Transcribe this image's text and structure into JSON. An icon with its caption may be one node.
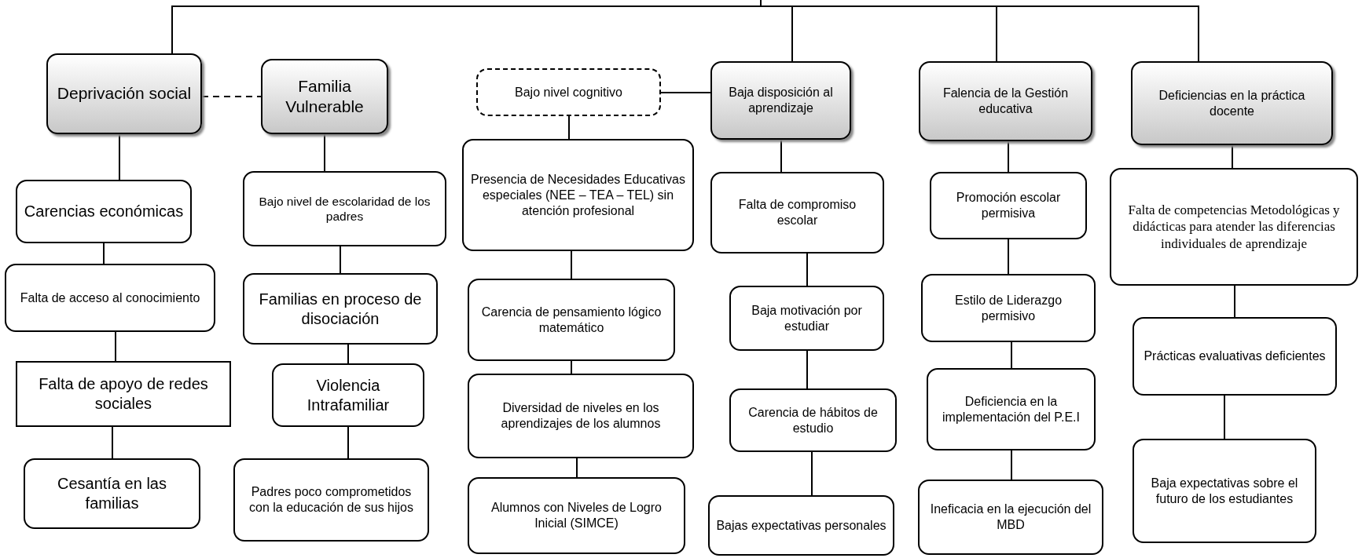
{
  "diagram": {
    "nodes": [
      {
        "text": [
          "Deprivación social"
        ]
      },
      {
        "text": [
          "Familia Vulnerable"
        ]
      },
      {
        "text": [
          "Bajo nivel cognitivo"
        ]
      },
      {
        "text": [
          "Baja disposición al aprendizaje"
        ]
      },
      {
        "text": [
          "Falencia de la Gestión educativa"
        ]
      },
      {
        "text": [
          "Deficiencias en la práctica docente"
        ]
      },
      {
        "text": [
          "Carencias económicas"
        ]
      },
      {
        "text": [
          "Falta de acceso al conocimiento"
        ]
      },
      {
        "text": [
          "Falta de apoyo de redes sociales"
        ]
      },
      {
        "text": [
          "Cesantía en las familias"
        ]
      },
      {
        "text": [
          "Bajo nivel de escolaridad de los padres"
        ]
      },
      {
        "text": [
          "Familias en proceso de disociación"
        ]
      },
      {
        "text": [
          "Violencia Intrafamiliar"
        ]
      },
      {
        "text": [
          "Padres  poco comprometidos con la educación de sus hijos"
        ]
      },
      {
        "text": [
          "Presencia de Necesidades Educativas especiales (NEE – TEA – TEL) sin atención profesional"
        ]
      },
      {
        "text": [
          "Carencia de pensamiento lógico matemático"
        ]
      },
      {
        "text": [
          "Diversidad de niveles en los aprendizajes de los alumnos"
        ]
      },
      {
        "text": [
          "Alumnos con Niveles de Logro Inicial (SIMCE)"
        ]
      },
      {
        "text": [
          "Falta de compromiso escolar"
        ]
      },
      {
        "text": [
          "Baja  motivación por estudiar"
        ]
      },
      {
        "text": [
          "Carencia de hábitos de estudio"
        ]
      },
      {
        "text": [
          "Bajas expectativas personales"
        ]
      },
      {
        "text": [
          "Promoción escolar permisiva"
        ]
      },
      {
        "text": [
          "Estilo de Liderazgo permisivo"
        ]
      },
      {
        "text": [
          "Deficiencia en la implementación del P.E.I"
        ]
      },
      {
        "text": [
          "Ineficacia en la ejecución del MBD"
        ]
      },
      {
        "text": [
          "Falta de competencias Metodológicas y didácticas para atender las diferencias individuales de aprendizaje"
        ]
      },
      {
        "text": [
          "Prácticas evaluativas deficientes"
        ]
      },
      {
        "text": [
          "Baja expectativas sobre el futuro de los estudiantes"
        ]
      }
    ],
    "edges": [
      {
        "from": null,
        "to": 0,
        "arrow": "none"
      },
      {
        "from": null,
        "to": 3,
        "arrow": "none"
      },
      {
        "from": null,
        "to": 4,
        "arrow": "none"
      },
      {
        "from": null,
        "to": 5,
        "arrow": "none"
      },
      {
        "from": 0,
        "to": 1,
        "arrow": "none",
        "style": "dashed"
      },
      {
        "from": 2,
        "to": 3,
        "arrow": "none"
      },
      {
        "from": 0,
        "to": 6,
        "arrow": "none"
      },
      {
        "from": 6,
        "to": 7,
        "arrow": "none"
      },
      {
        "from": 7,
        "to": 8,
        "arrow": "none"
      },
      {
        "from": 8,
        "to": 9,
        "arrow": "none"
      },
      {
        "from": 1,
        "to": 10,
        "arrow": "none"
      },
      {
        "from": 10,
        "to": 11,
        "arrow": "none"
      },
      {
        "from": 11,
        "to": 12,
        "arrow": "none"
      },
      {
        "from": 12,
        "to": 13,
        "arrow": "none"
      },
      {
        "from": 2,
        "to": 14,
        "arrow": "none"
      },
      {
        "from": 14,
        "to": 15,
        "arrow": "none"
      },
      {
        "from": 15,
        "to": 16,
        "arrow": "none"
      },
      {
        "from": 16,
        "to": 17,
        "arrow": "none"
      },
      {
        "from": 3,
        "to": 18,
        "arrow": "none"
      },
      {
        "from": 18,
        "to": 19,
        "arrow": "none"
      },
      {
        "from": 19,
        "to": 20,
        "arrow": "none"
      },
      {
        "from": 20,
        "to": 21,
        "arrow": "none"
      },
      {
        "from": 4,
        "to": 22,
        "arrow": "none"
      },
      {
        "from": 22,
        "to": 23,
        "arrow": "none"
      },
      {
        "from": 23,
        "to": 24,
        "arrow": "none"
      },
      {
        "from": 24,
        "to": 25,
        "arrow": "none"
      },
      {
        "from": 5,
        "to": 26,
        "arrow": "none"
      },
      {
        "from": 26,
        "to": 27,
        "arrow": "none"
      },
      {
        "from": 27,
        "to": 28,
        "arrow": "none"
      }
    ]
  }
}
